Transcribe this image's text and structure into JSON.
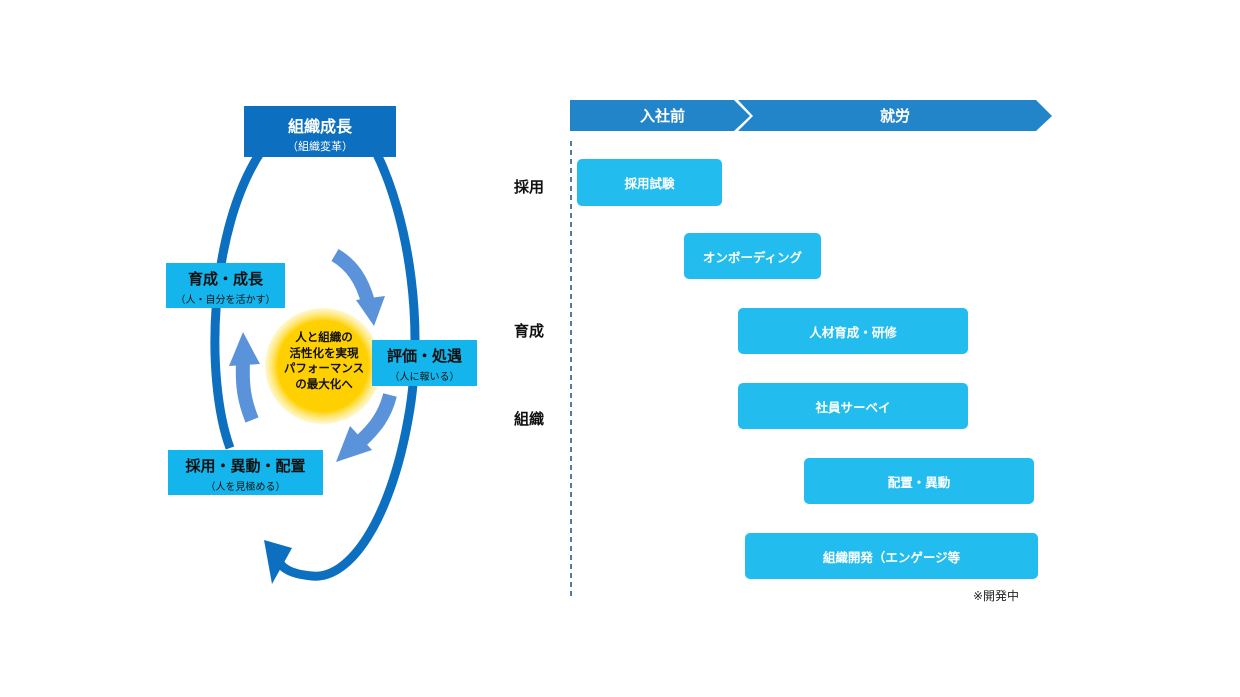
{
  "cycle": {
    "top": {
      "title": "組織成長",
      "subtitle": "（組織変革）"
    },
    "left": {
      "title": "育成・成長",
      "subtitle": "（人・自分を活かす）"
    },
    "right": {
      "title": "評価・処遇",
      "subtitle": "（人に報いる）"
    },
    "bottom": {
      "title": "採用・異動・配置",
      "subtitle": "（人を見極める）"
    },
    "center_lines": [
      "人と組織の",
      "活性化を実現",
      "パフォーマンス",
      "の最大化へ"
    ]
  },
  "timeline": {
    "phases": [
      "入社前",
      "就労"
    ],
    "rows": [
      "採用",
      "育成",
      "組織"
    ],
    "bars": [
      {
        "label": "採用試験"
      },
      {
        "label": "オンボーディング"
      },
      {
        "label": "人材育成・研修"
      },
      {
        "label": "社員サーベイ"
      },
      {
        "label": "配置・異動"
      },
      {
        "label": "組織開発（エンゲージ等"
      }
    ],
    "note": "※開発中"
  },
  "colors": {
    "ring": "#0C6FC0",
    "box_dark": "#0C6FC0",
    "box_light": "#13B5EC",
    "inner_arrow": "#5B93DB",
    "sun": "#FFD000",
    "phase_bar": "#2385C9",
    "bar": "#22BDEE",
    "divider": "#2B5A8C"
  }
}
